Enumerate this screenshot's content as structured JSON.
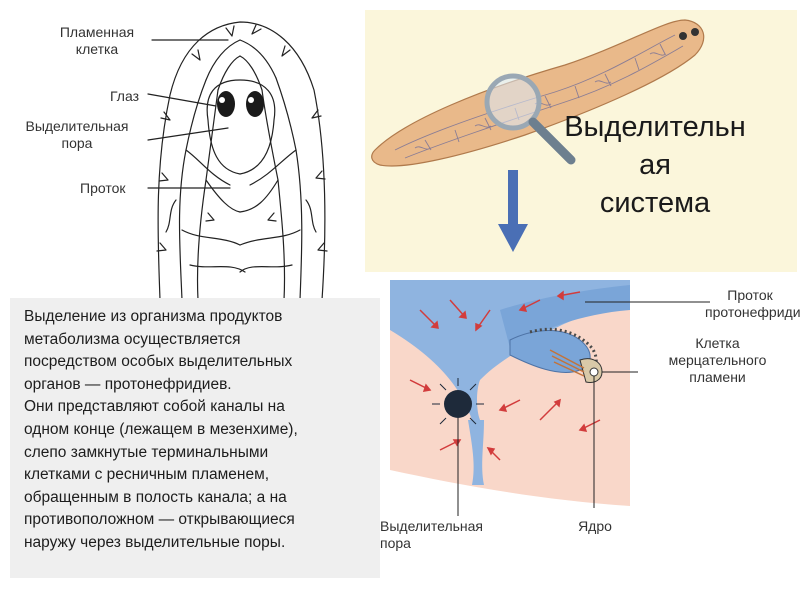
{
  "left_labels": {
    "flame_cell": "Пламенная\nклетка",
    "eye": "Глаз",
    "excretory_pore": "Выделительная\nпора",
    "duct": "Проток"
  },
  "title": "Выделительн\nая\nсистема",
  "description": "Выделение из организма продуктов\nметаболизма осуществляется\nпосредством особых выделительных\nорганов — протонефридиев.\nОни представляют собой каналы на\nодном конце (лежащем в мезенхиме),\nслепо замкнутые терминальными\nклетками с ресничным пламенем,\nобращенным в полость канала; а на\nпротивоположном — открывающиеся\nнаружу через выделительные поры.",
  "detail_labels": {
    "protonephridium_duct": "Проток\nпротонефридия",
    "flame_cell": "Клетка\nмерцательного\nпламени",
    "excretory_pore": "Выделительная\nпора",
    "nucleus": "Ядро"
  },
  "colors": {
    "title_panel": "#fbf6db",
    "worm_body": "#e9b98a",
    "canal_blue": "#8fb4e0",
    "tissue_pink": "#f9d7c9",
    "arrow_blue": "#4a6fb5",
    "text_box": "#efefef"
  }
}
